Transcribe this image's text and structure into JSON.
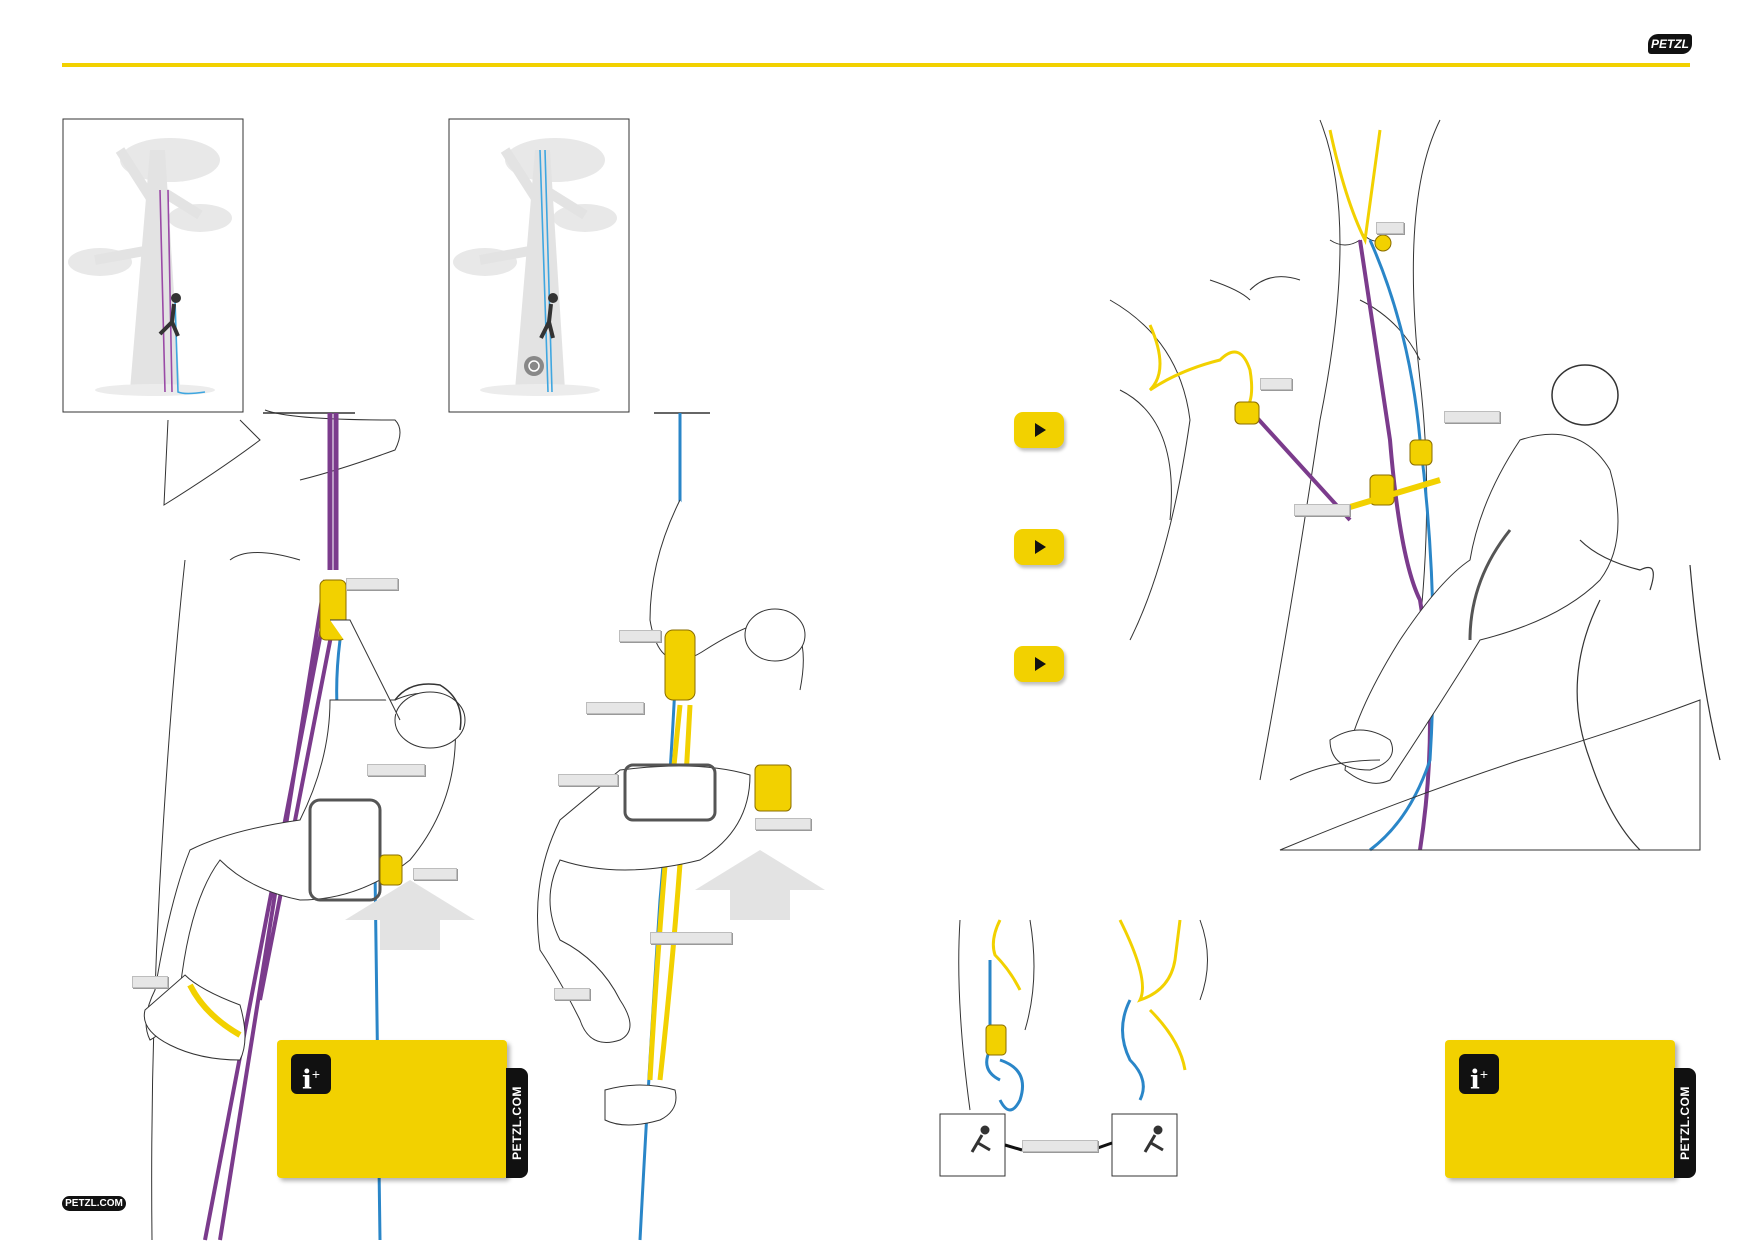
{
  "brand": {
    "logo_text": "PETZL",
    "url_text": "PETZL.COM",
    "side_tab_text": "PETZL.COM"
  },
  "colors": {
    "accent_yellow": "#f2d100",
    "rope_purple": "#7b3b8c",
    "rope_blue": "#2a86c8",
    "line_gray": "#333333"
  },
  "controls": {
    "play_buttons": [
      {
        "icon": "play-icon"
      },
      {
        "icon": "play-icon"
      },
      {
        "icon": "play-icon"
      }
    ],
    "info_boxes": [
      {
        "icon": "info-plus-icon",
        "icon_text": "i",
        "icon_sup": "+"
      },
      {
        "icon": "info-plus-icon",
        "icon_text": "i",
        "icon_sup": "+"
      }
    ]
  }
}
